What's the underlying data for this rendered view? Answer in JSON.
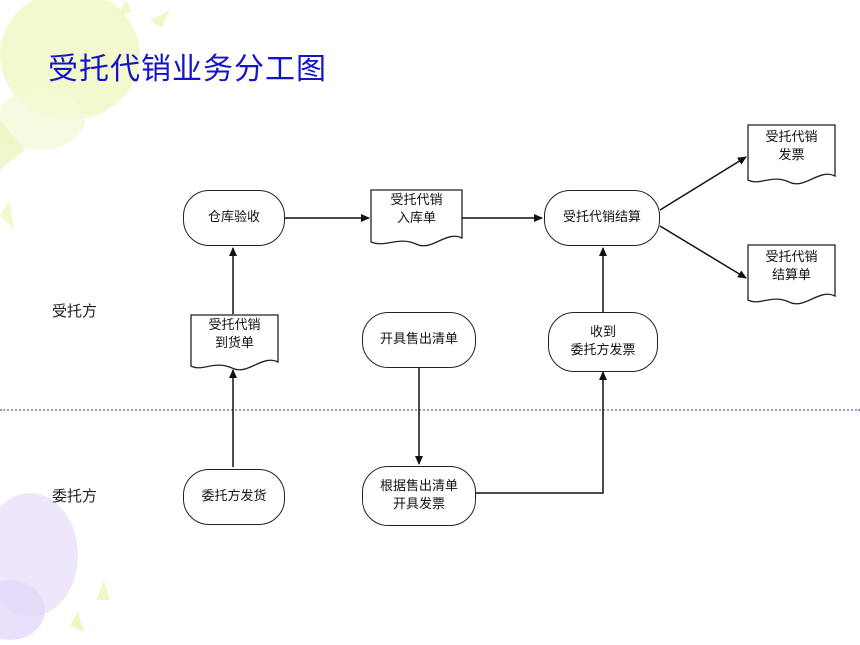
{
  "title": "受托代销业务分工图",
  "lanes": {
    "consignee": "受托方",
    "consignor": "委托方"
  },
  "nodes": {
    "warehouse_check": "仓库验收",
    "consignment_inbound_doc": "受托代销\n入库单",
    "consignment_settlement": "受托代销结算",
    "consignment_invoice_doc": "受托代销\n发票",
    "consignment_settlement_doc": "受托代销\n结算单",
    "consignment_arrival_doc": "受托代销\n到货单",
    "issue_sales_list": "开具售出清单",
    "receive_consignor_invoice": "收到\n委托方发票",
    "consignor_ship": "委托方发货",
    "invoice_by_sales_list": "根据售出清单\n开具发票"
  }
}
